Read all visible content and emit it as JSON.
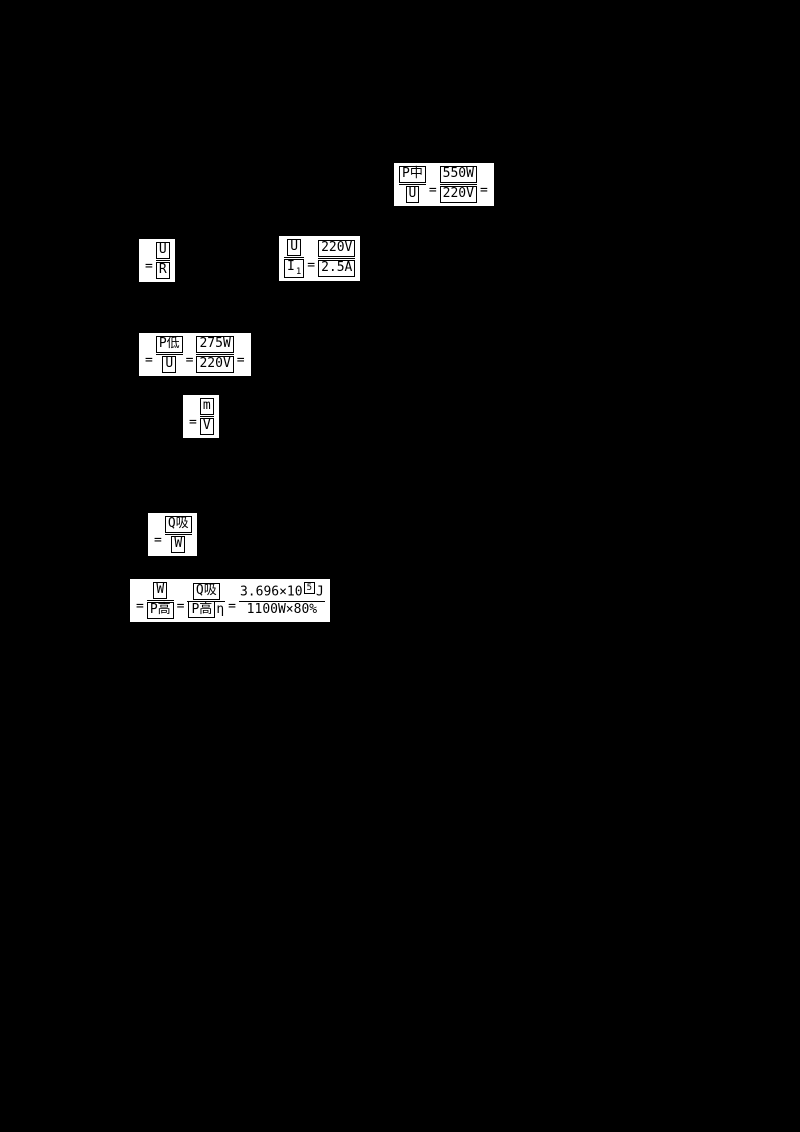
{
  "page": {
    "background": "#000000",
    "formula_background": "#ffffff",
    "formula_text_color": "#000000"
  },
  "formulas": {
    "f1": {
      "lhs_num": "P中",
      "lhs_den": "U",
      "eq": "=",
      "rhs_num": "550W",
      "rhs_den": "220V",
      "trailing_eq": "="
    },
    "f2": {
      "leading_eq": "=",
      "num": "U",
      "den": "R"
    },
    "f3": {
      "lhs_num": "U",
      "lhs_den_base": "I",
      "lhs_den_sub": "1",
      "eq": "=",
      "rhs_num": "220V",
      "rhs_den": "2.5A"
    },
    "f4": {
      "leading_eq": "=",
      "lhs_num": "P低",
      "lhs_den": "U",
      "eq": "=",
      "rhs_num": "275W",
      "rhs_den": "220V",
      "trailing_eq": "="
    },
    "f5": {
      "leading_eq": "=",
      "num": "m",
      "den": "V"
    },
    "f6": {
      "leading_eq": "=",
      "num": "Q吸",
      "den": "W"
    },
    "f7": {
      "leading_eq": "=",
      "frac1_num": "W",
      "frac1_den": "P高",
      "eq1": "=",
      "frac2_num": "Q吸",
      "frac2_den_boxed": "P高",
      "frac2_den_suffix": "η",
      "eq2": "=",
      "frac3_num_main": "3.696×10",
      "frac3_num_sup": "5",
      "frac3_num_unit": "J",
      "frac3_den": "1100W×80%"
    }
  }
}
